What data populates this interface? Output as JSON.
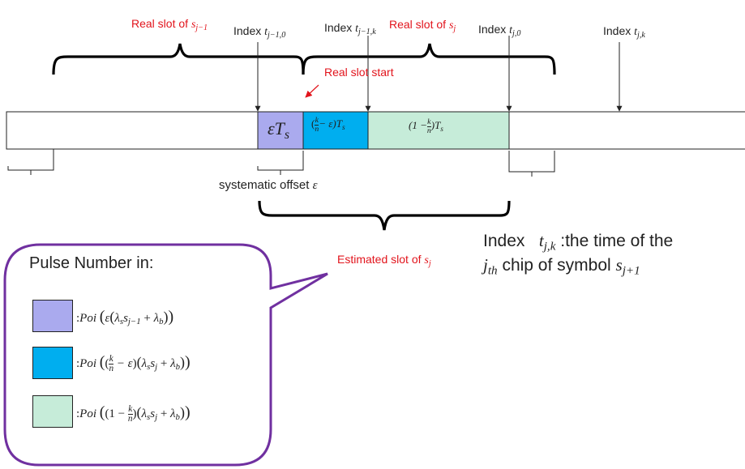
{
  "colors": {
    "eps_segment": "#aaaaee",
    "k_segment": "#00aeef",
    "remaining_segment": "#c6ecd9",
    "bubble_outline": "#7030a0",
    "red_text": "#e2141c"
  },
  "slots": {
    "real_prev": {
      "text": "Real slot of ",
      "var": "s",
      "sub": "j−1"
    },
    "real_curr": {
      "text": "Real slot of ",
      "var": "s",
      "sub": "j"
    },
    "estimated": {
      "text": "Estimated slot of ",
      "var": "s",
      "sub": "j"
    },
    "real_start": "Real slot start"
  },
  "indices": {
    "index_word": "Index",
    "t_prev_zero_sub": "j−1,0",
    "t_prev_k_sub": "j−1,k",
    "t_zero_sub": "j,0",
    "t_k_sub": "j,k"
  },
  "segments": {
    "eps": {
      "var": "εT",
      "sub": "s"
    },
    "k": {
      "num": "k",
      "den": "n",
      "tail": "− ε)T",
      "sub": "s"
    },
    "rem": {
      "head": "(1 −",
      "num": "k",
      "den": "n",
      "tail": ")T",
      "sub": "s"
    }
  },
  "offset_label": {
    "text": "systematic offset ",
    "var": "ε"
  },
  "note": {
    "index_word": "Index",
    "t_sub": "j,k",
    "line1_tail": ":the time of the",
    "line2_sub": "th",
    "line2_text": "chip of symbol",
    "symbol_sub": "j+1"
  },
  "legend": {
    "title": "Pulse Number in:",
    "items": [
      {
        "formula": ":Poi ( ε ( λ_s s_{j−1} + λ_b ) )"
      },
      {
        "formula": ":Poi ( (k/n − ε)( λ_s s_j + λ_b ) )"
      },
      {
        "formula": ":Poi ( (1 − k/n)( λ_s s_j + λ_b ) )"
      }
    ]
  }
}
